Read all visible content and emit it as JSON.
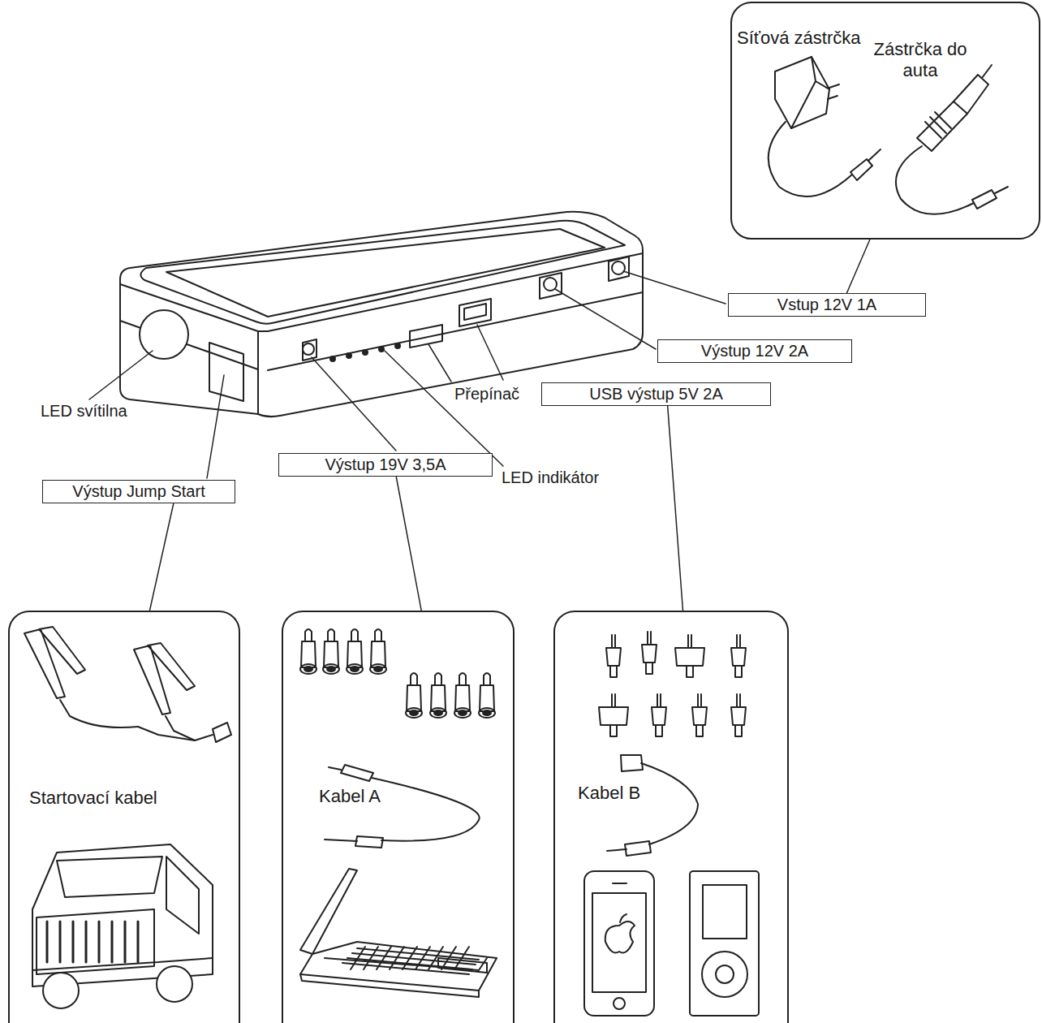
{
  "diagram": {
    "nodes": [
      {
        "text": [
          "Síťová zástrčka",
          "Zástrčka do auta"
        ]
      },
      {
        "text": [
          "Vstup 12V 1A"
        ]
      },
      {
        "text": [
          "Výstup 12V 2A"
        ]
      },
      {
        "text": [
          "USB výstup 5V 2A"
        ]
      },
      {
        "text": [
          "Výstup 19V 3,5A"
        ]
      },
      {
        "text": [
          "Výstup Jump Start"
        ]
      },
      {
        "text": [
          "Startovací kabel"
        ]
      },
      {
        "text": [
          "Kabel A"
        ]
      },
      {
        "text": [
          "Kabel B"
        ]
      }
    ],
    "edges": [
      {
        "from": 0,
        "to": 1,
        "arrow": "none"
      },
      {
        "from": 5,
        "to": 6,
        "arrow": "none"
      },
      {
        "from": 4,
        "to": 7,
        "arrow": "none"
      },
      {
        "from": 3,
        "to": 8,
        "arrow": "none"
      }
    ],
    "labels": [
      "LED svítilna",
      "Přepínač",
      "LED indikátor"
    ]
  }
}
